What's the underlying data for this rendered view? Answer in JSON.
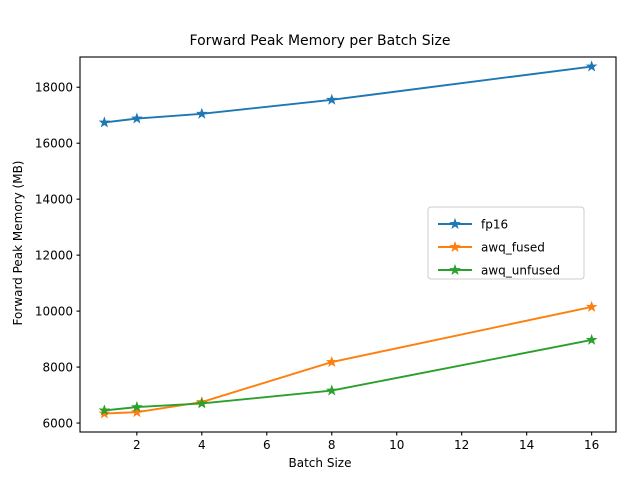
{
  "chart_data": {
    "type": "line",
    "title": "Forward Peak Memory per Batch Size",
    "xlabel": "Batch Size",
    "ylabel": "Forward Peak Memory (MB)",
    "x": [
      1,
      2,
      4,
      8,
      16
    ],
    "xlim": [
      0.25,
      16.75
    ],
    "ylim": [
      5680,
      19080
    ],
    "xticks": [
      2,
      4,
      6,
      8,
      10,
      12,
      14,
      16
    ],
    "xtick_labels": [
      "2",
      "4",
      "6",
      "8",
      "10",
      "12",
      "14",
      "16"
    ],
    "yticks": [
      6000,
      8000,
      10000,
      12000,
      14000,
      16000,
      18000
    ],
    "ytick_labels": [
      "6000",
      "8000",
      "10000",
      "12000",
      "14000",
      "16000",
      "18000"
    ],
    "grid": false,
    "legend_position": "center-right",
    "marker": "star",
    "series": [
      {
        "name": "fp16",
        "color": "#1f77b4",
        "values": [
          16740,
          16880,
          17050,
          17550,
          18740
        ]
      },
      {
        "name": "awq_fused",
        "color": "#ff7f0e",
        "values": [
          6340,
          6390,
          6750,
          8180,
          10150
        ]
      },
      {
        "name": "awq_unfused",
        "color": "#2ca02c",
        "values": [
          6450,
          6570,
          6700,
          7160,
          8970
        ]
      }
    ]
  },
  "legend": {
    "items": [
      {
        "label": "fp16"
      },
      {
        "label": "awq_fused"
      },
      {
        "label": "awq_unfused"
      }
    ]
  }
}
